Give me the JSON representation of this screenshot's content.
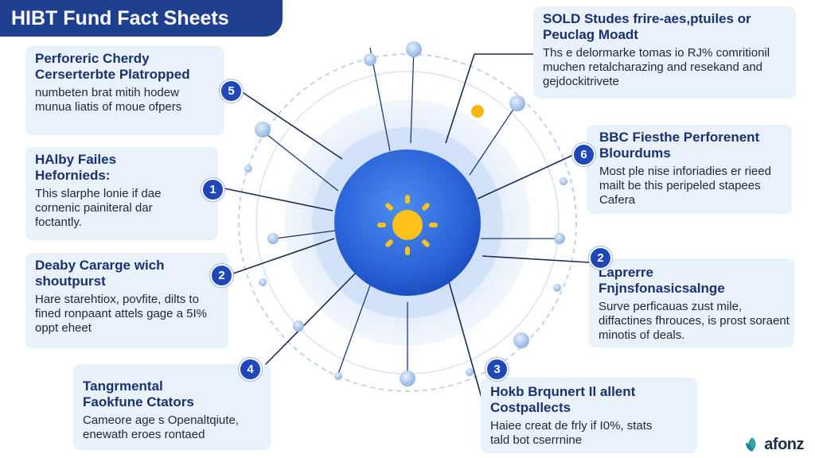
{
  "title": "HIBT Fund Fact Sheets",
  "cards": [
    {
      "id": "tl",
      "badge": "5",
      "heading": "Perforeric Cherdy Cerserterbte Platropped",
      "body": "numbeten brat mitih hodew munua liatis of moue ofpers"
    },
    {
      "id": "ml",
      "badge": "1",
      "heading": "HAlby Failes Hefornieds:",
      "body": "This slarphe lonie if dae cornenic painiteral dar foctantly."
    },
    {
      "id": "ll",
      "badge": "2",
      "heading": "Deaby Cararge wich shoutpurst",
      "body": "Hare starehtiox, povfite, dilts to fined ronpaant attels gage a 5I% oppt eheet"
    },
    {
      "id": "bl",
      "badge": "4",
      "heading": "Tangrmental Faokfune Ctators",
      "body": "Cameore age s Openaltqiute, enewath eroes rontaed"
    },
    {
      "id": "tr",
      "badge": "",
      "heading": "SOLD Studes frire-aes,ptuiles or Peuclag Moadt",
      "body": "Ths e delormarke tomas io RJ% comritionil muchen retalcharazing and resekand and gejdockitrivete"
    },
    {
      "id": "mr",
      "badge": "6",
      "heading": "BBC Fiesthe Perforenent Blourdums",
      "body": "Most ple nise inforiadies er rieed mailt be this peripeled stapees Cafera"
    },
    {
      "id": "lr",
      "badge": "2",
      "heading": "Laprerre Fnjnsfonasicsalnge",
      "body": "Surve perficauas zust mile, diffactines fhrouces, is prost soraent minotis of deals."
    },
    {
      "id": "br",
      "badge": "3",
      "heading": "Hokb Brqunert Il allent Costpallects",
      "body": "Haiee creat de frly if I0%, stats tald bot cserrnine"
    }
  ],
  "logo": {
    "text": "afonz",
    "icon": "leaf-icon"
  },
  "colors": {
    "title_bg": "#1f3f8f",
    "card_bg": "#e9f1fb",
    "badge": "#1f47b8",
    "core": "#2f6fe0",
    "sun": "#ffc21a",
    "accent_dot": "#f5b616"
  }
}
